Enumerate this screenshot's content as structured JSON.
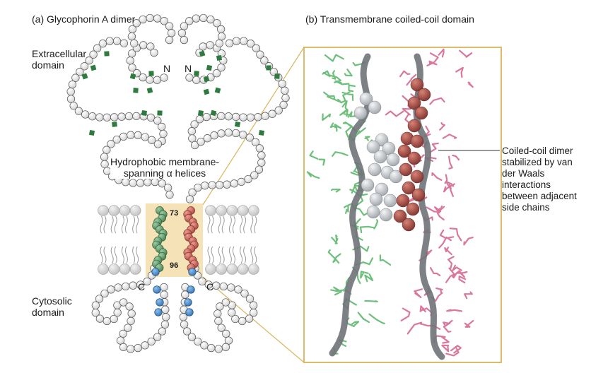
{
  "panel_a": {
    "title": "(a) Glycophorin A dimer",
    "extracellular_label": [
      "Extracellular",
      "domain"
    ],
    "cytosolic_label": [
      "Cytosolic",
      "domain"
    ],
    "helices_label": [
      "Hydrophobic membrane-",
      "spanning α helices"
    ],
    "n_terminus": "N",
    "c_terminus": "C",
    "residue_start": "73",
    "residue_end": "96"
  },
  "panel_b": {
    "title": "(b) Transmembrane coiled-coil domain",
    "callout_lines": [
      "Coiled-coil dimer",
      "stabilized by van",
      "der Waals",
      "interactions",
      "between adjacent",
      "side chains"
    ]
  },
  "colors": {
    "bead": "#e8e8e8",
    "glycan": "#2f7a3e",
    "helix_green": "#5e9468",
    "helix_red": "#c0564a",
    "cyto_blue": "#4a8fd0",
    "highlight": "#f5e2b6",
    "frame": "#d9b55a",
    "lipid": "#cfcfcf",
    "ribbon": "#6f7378",
    "sidechain_green": "#6dbf7b",
    "sidechain_pink": "#d9789c",
    "sphere_red": "#a94b45",
    "sphere_gray": "#c9ccd0"
  }
}
